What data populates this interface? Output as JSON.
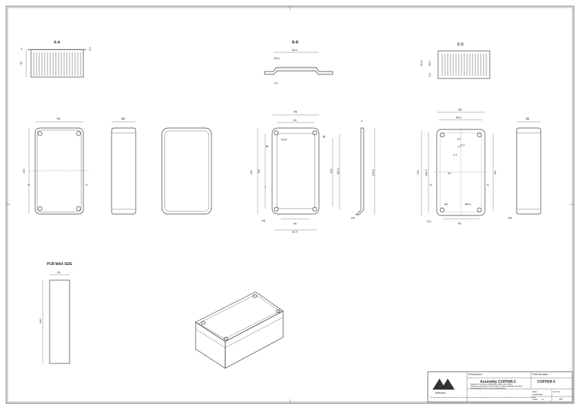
{
  "section_views": {
    "aa": {
      "title": "A-A",
      "dim_height": "30",
      "dim_wall": "2,6",
      "dim_top": "4"
    },
    "bb": {
      "title": "B-B",
      "dim_width": "65,9",
      "dim_a": "25,4",
      "dim_b": "6,9"
    },
    "cc": {
      "title": "C-C",
      "dim_h1": "30,6",
      "dim_h2": "28,2",
      "dim_h3": "2,8"
    }
  },
  "top_view": {
    "dim_width": "70",
    "dim_height": "125",
    "section_left": "A",
    "section_right": "A"
  },
  "side_view": {
    "dim_width": "30"
  },
  "lid_inner": {
    "dim_width": "70",
    "dim_inner_width": "55",
    "dim_bottom_inner": "48",
    "dim_bottom_outer": "62,9",
    "dim_height": "125",
    "dim_h_inner": "111",
    "dim_h_right": "100",
    "dim_h_right2": "115,9",
    "dim_radius_hole": "R4,5",
    "section_label_left": "B",
    "section_label_right": "B",
    "dim_one": "1",
    "dim_corner": "R5"
  },
  "lid_side": {
    "dim_top": "4",
    "dim_height": "125,5",
    "dim_corner": "R5"
  },
  "base_inner": {
    "dim_width": "70",
    "dim_inner": "65,9",
    "dim_height": "125",
    "dim_h2": "118,5",
    "dim_h_right": "111",
    "dim_bottom": "55",
    "dim_d1": "7,5",
    "dim_d2": "1,6",
    "dim_d3": "1,2",
    "dim_hole": "Ø3",
    "dim_boss": "Ø6,0",
    "dim_small": "6,1",
    "dim_corner_a": "5,5",
    "dim_corner_b": "4,1",
    "section_left": "C",
    "section_right": "C"
  },
  "base_side": {
    "dim_width": "30",
    "dim_corner": "R5"
  },
  "pcb": {
    "title": "PCB MAX SIZE",
    "dim_width": "29",
    "dim_height": "100"
  },
  "title_block": {
    "header_left": "Description",
    "header_right": "Part Number",
    "description": "Assembly COFFER-2",
    "part_number": "COFFER-2",
    "company": "Italtronic",
    "note_1": "Subject to technical modifications without prior notice",
    "note_2": "Tolerances according to ISO 2768 mK unless otherwise specified",
    "note_3": "All dimensions in mm - do not scale drawing",
    "legal": "The information contained in this drawing is the sole property of the company. Any reproduction in part or as a whole without the written permission is prohibited.",
    "label_scale": "Scale",
    "scale": "1:1",
    "label_date": "Date",
    "date": "14/06/2024",
    "label_sheet": "Format",
    "sheet": "A1"
  }
}
